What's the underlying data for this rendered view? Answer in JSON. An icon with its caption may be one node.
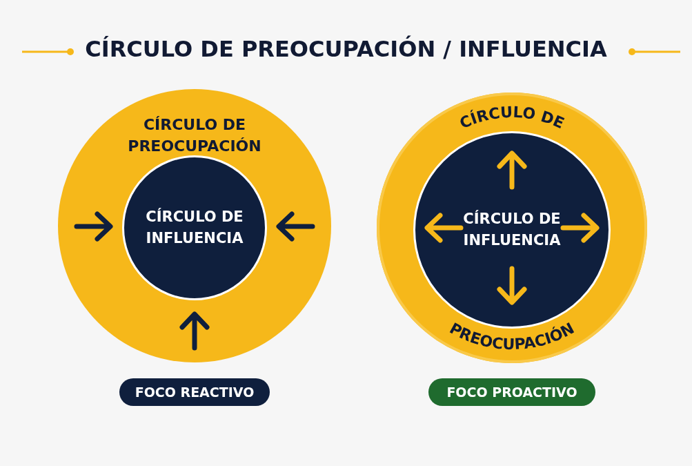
{
  "diagram": {
    "title": "CÍRCULO DE PREOCUPACIÓN / INFLUENCIA",
    "nodes": [
      {
        "text": [
          "CÍRCULO DE PREOCUPACIÓN"
        ]
      },
      {
        "text": [
          "CÍRCULO DE INFLUENCIA"
        ],
        "in": 0
      },
      {
        "text": [
          "CÍRCULO DE",
          "PREOCUPACIÓN"
        ]
      },
      {
        "text": [
          "CÍRCULO DE INFLUENCIA"
        ],
        "in": 2
      },
      {
        "text": [
          "FOCO REACTIVO"
        ]
      },
      {
        "text": [
          "FOCO PROACTIVO"
        ]
      }
    ],
    "edges": []
  }
}
